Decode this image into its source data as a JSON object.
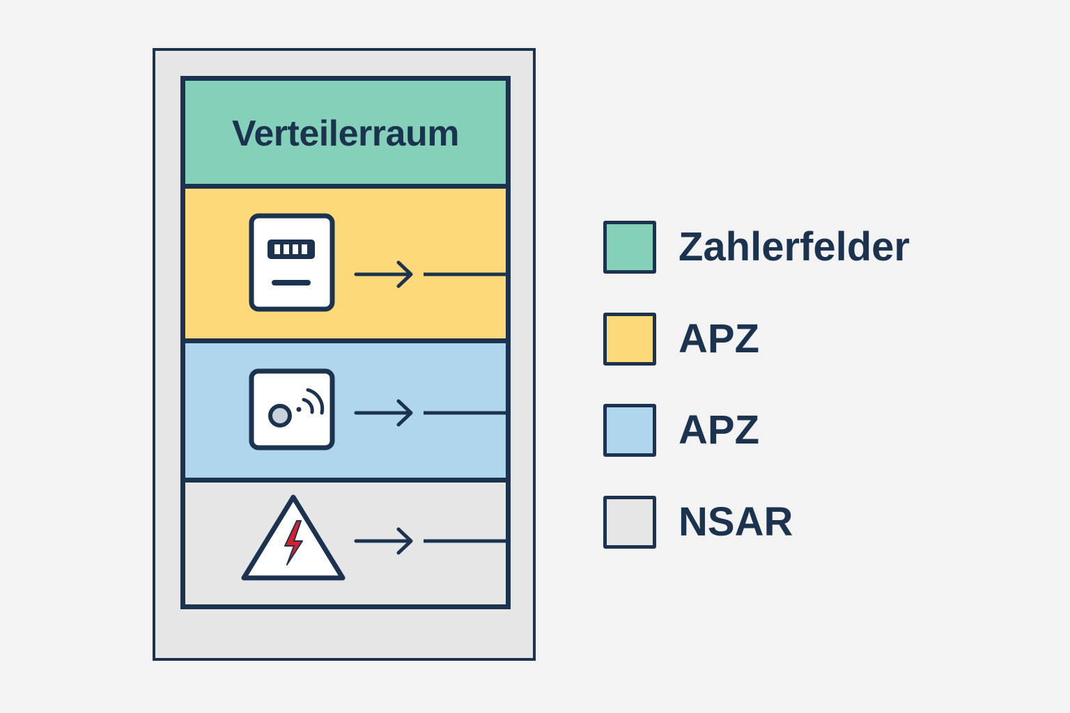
{
  "cabinet": {
    "title": "Verteilerraum",
    "zones": [
      {
        "color": "#84d0b8"
      },
      {
        "color": "#fdd97a",
        "icon": "meter-icon"
      },
      {
        "color": "#b0d6ee",
        "icon": "router-icon"
      },
      {
        "color": "#e6e6e6",
        "icon": "high-voltage-warning-icon"
      }
    ],
    "line_color": "#1c3350",
    "accent_red": "#d8202c"
  },
  "legend": [
    {
      "label": "Zahlerfelder",
      "color": "#84d0b8"
    },
    {
      "label": "APZ",
      "color": "#fdd97a"
    },
    {
      "label": "APZ",
      "color": "#b0d6ee"
    },
    {
      "label": "NSAR",
      "color": "#e6e6e6"
    }
  ]
}
